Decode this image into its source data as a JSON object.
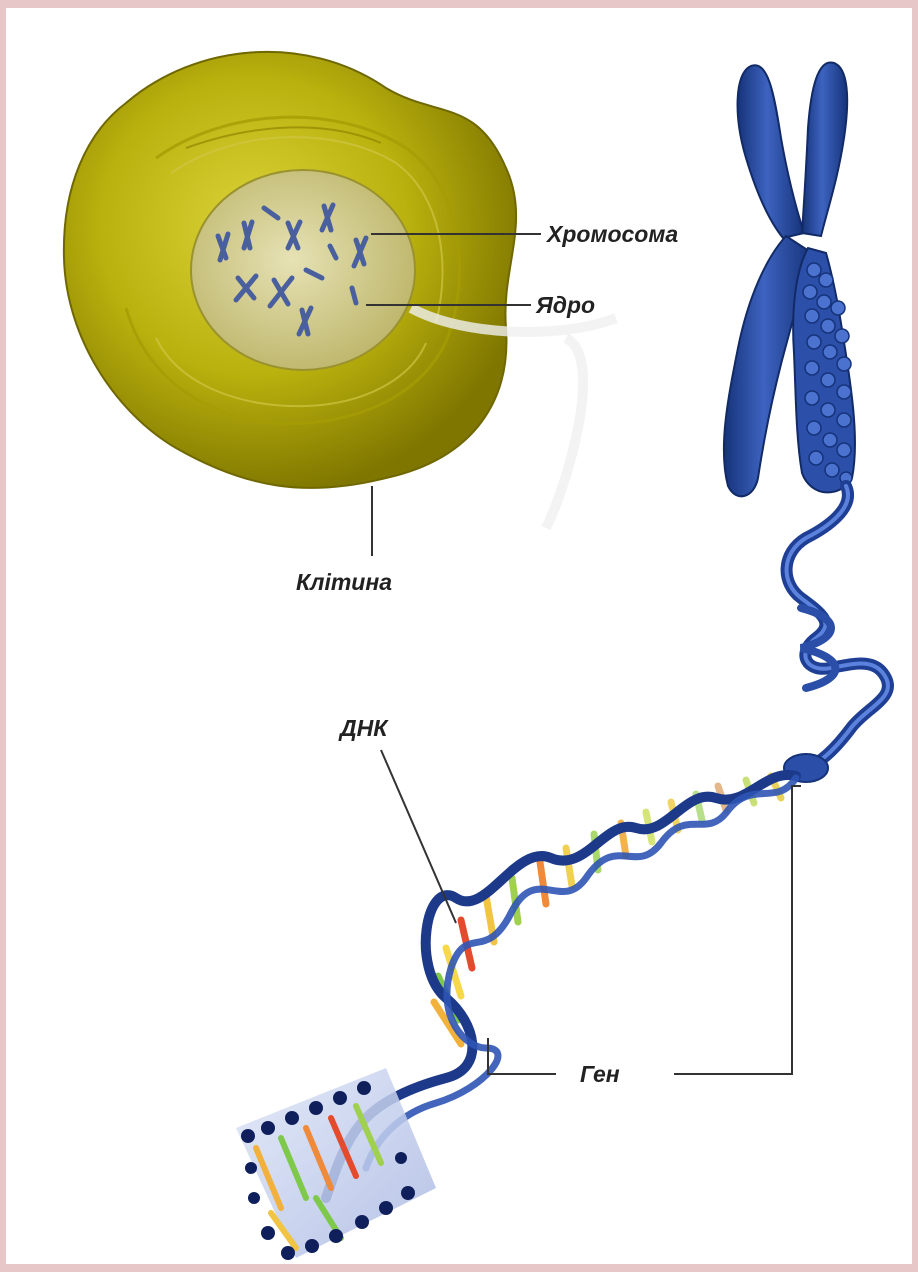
{
  "labels": {
    "chromosome": "Хромосома",
    "nucleus": "Ядро",
    "cell": "Клітина",
    "dna": "ДНК",
    "gene": "Ген"
  },
  "colors": {
    "frame_border": "#e8c7c9",
    "cell": "#b9b10d",
    "cell_dark": "#8d8300",
    "nucleus": "#cfc88a",
    "chromosome": "#2b4fa8",
    "chromosome_dark": "#173579",
    "leader_line": "#333333"
  }
}
